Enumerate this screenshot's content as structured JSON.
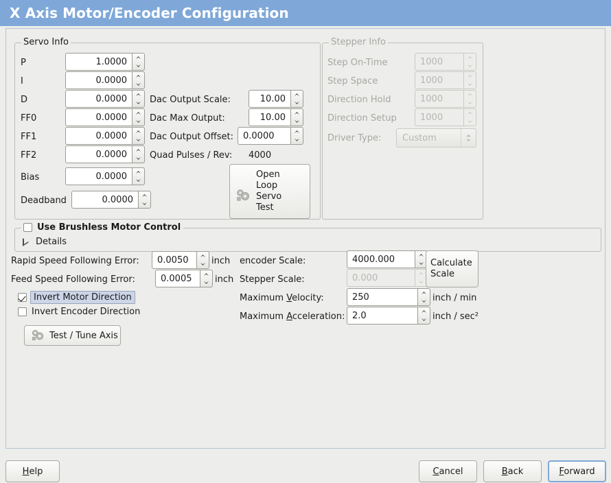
{
  "window": {
    "title": "X Axis Motor/Encoder Configuration",
    "title_bar_color": "#7fa8d8",
    "background_color": "#ededeb"
  },
  "servo_info": {
    "legend": "Servo Info",
    "rows": [
      {
        "label": "P",
        "value": "1.0000"
      },
      {
        "label": "I",
        "value": "0.0000"
      },
      {
        "label": "D",
        "value": "0.0000"
      },
      {
        "label": "FF0",
        "value": "0.0000"
      },
      {
        "label": "FF1",
        "value": "0.0000"
      },
      {
        "label": "FF2",
        "value": "0.0000"
      },
      {
        "label": "Bias",
        "value": "0.0000"
      },
      {
        "label": "Deadband",
        "value": "0.0000"
      }
    ],
    "dac": [
      {
        "label": "Dac Output Scale:",
        "value": "10.00"
      },
      {
        "label": "Dac Max Output:",
        "value": "10.00"
      },
      {
        "label": "Dac Output Offset:",
        "value": "0.0000"
      }
    ],
    "quad_pulses_label": "Quad Pulses / Rev:",
    "quad_pulses_value": "4000",
    "open_loop_button": "Open\nLoop\nServo\nTest",
    "open_loop_icon": "gears-icon"
  },
  "stepper_info": {
    "legend": "Stepper Info",
    "disabled": true,
    "rows": [
      {
        "label": "Step On-Time",
        "value": "1000"
      },
      {
        "label": "Step Space",
        "value": "1000"
      },
      {
        "label": "Direction Hold",
        "value": "1000"
      },
      {
        "label": "Direction Setup",
        "value": "1000"
      }
    ],
    "driver_type_label": "Driver Type:",
    "driver_type_value": "Custom"
  },
  "brushless": {
    "checkbox_label": "Use Brushless Motor Control",
    "checked": false,
    "details_label": "Details",
    "details_expanded": false
  },
  "tuning": {
    "rapid_label": "Rapid Speed Following Error:",
    "rapid_value": "0.0050",
    "rapid_unit": "inch",
    "feed_label": "Feed Speed Following Error:",
    "feed_value": "0.0005",
    "feed_unit": "inch",
    "invert_motor_label": "Invert Motor Direction",
    "invert_motor_checked": true,
    "invert_encoder_label": "Invert Encoder Direction",
    "invert_encoder_checked": false,
    "test_tune_button": "Test / Tune Axis",
    "test_tune_icon": "gears-icon"
  },
  "scales": {
    "encoder_scale_label": "encoder Scale:",
    "encoder_scale_value": "4000.000",
    "stepper_scale_label": "Stepper Scale:",
    "stepper_scale_value": "0.000",
    "stepper_scale_disabled": true,
    "calculate_button": "Calculate\nScale",
    "max_velocity_label_pre": "Maximum ",
    "max_velocity_label_mn": "V",
    "max_velocity_label_post": "elocity:",
    "max_velocity_value": "250",
    "max_velocity_unit": "inch / min",
    "max_accel_label_pre": "Maximum ",
    "max_accel_label_mn": "A",
    "max_accel_label_post": "cceleration:",
    "max_accel_value": "2.0",
    "max_accel_unit": "inch / sec²"
  },
  "actions": {
    "help": {
      "pre": "",
      "mn": "H",
      "post": "elp"
    },
    "cancel": {
      "pre": "",
      "mn": "C",
      "post": "ancel"
    },
    "back": {
      "pre": "",
      "mn": "B",
      "post": "ack"
    },
    "forward": {
      "pre": "",
      "mn": "F",
      "post": "orward",
      "focused": true
    }
  }
}
